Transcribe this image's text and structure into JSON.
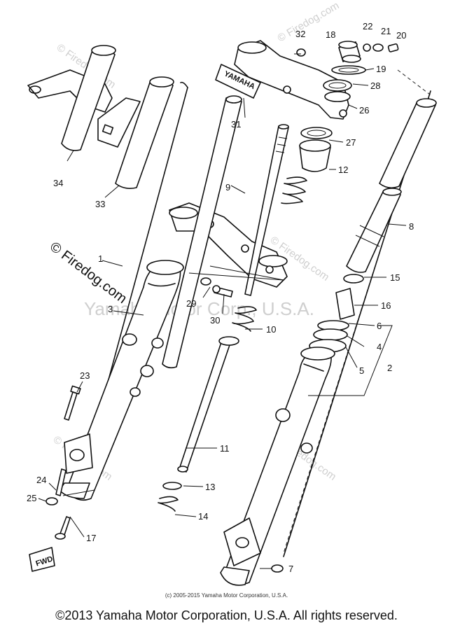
{
  "diagram": {
    "callouts": [
      "1",
      "2",
      "3",
      "4",
      "5",
      "6",
      "7",
      "8",
      "9",
      "10",
      "11",
      "12",
      "13",
      "14",
      "15",
      "16",
      "17",
      "18",
      "19",
      "20",
      "21",
      "22",
      "23",
      "24",
      "25",
      "26",
      "27",
      "28",
      "29",
      "30",
      "31",
      "32",
      "33",
      "34"
    ],
    "emblem_text": "YAMAHA",
    "fwd_text": "FWD",
    "watermarks": {
      "main": "© Firedog.com",
      "faint_corporate": "Yamaha Motor Corp., U.S.A.",
      "faint_small": "© Firedog.com"
    }
  },
  "footer": {
    "inner_copyright": "(c) 2005-2015 Yamaha Motor Corporation, U.S.A.",
    "main_copyright": "©2013 Yamaha Motor Corporation, U.S.A. All rights reserved."
  }
}
